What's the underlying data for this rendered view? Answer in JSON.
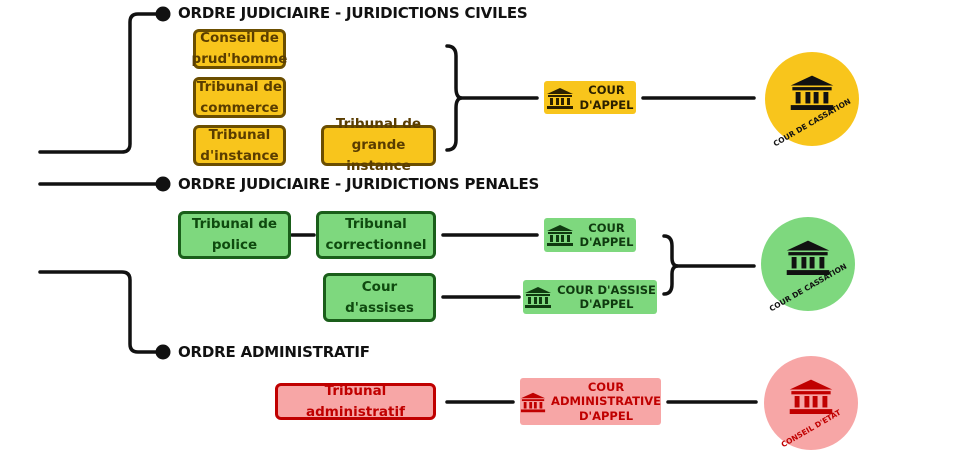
{
  "headers": {
    "civil": "ORDRE JUDICIAIRE - JURIDICTIONS CIVILES",
    "penal": "ORDRE JUDICIAIRE - JURIDICTIONS PENALES",
    "admin": "ORDRE ADMINISTRATIF"
  },
  "civil": {
    "tribunals": {
      "prudhomme": "Conseil de\nprud'homme",
      "commerce": "Tribunal de\ncommerce",
      "instance": "Tribunal\nd'instance",
      "grande_instance": "Tribunal de\ngrande instance"
    },
    "appeal": "COUR\nD'APPEL",
    "supreme": "COUR DE CASSATION"
  },
  "penal": {
    "tribunals": {
      "police": "Tribunal de\npolice",
      "correctionnel": "Tribunal\ncorrectionnel",
      "assises": "Cour\nd'assises"
    },
    "appeal": "COUR\nD'APPEL",
    "assise_appeal": "COUR D'ASSISE\nD'APPEL",
    "supreme": "COUR DE CASSATION"
  },
  "admin": {
    "tribunal": "Tribunal administratif",
    "appeal": "COUR\nADMINISTRATIVE\nD'APPEL",
    "supreme": "CONSEIL D'ETAT"
  },
  "colors": {
    "civil": "#f8c51c",
    "penal": "#7ed87e",
    "admin": "#f7a6a6",
    "line": "#111111"
  },
  "icons": [
    "courthouse-icon"
  ]
}
